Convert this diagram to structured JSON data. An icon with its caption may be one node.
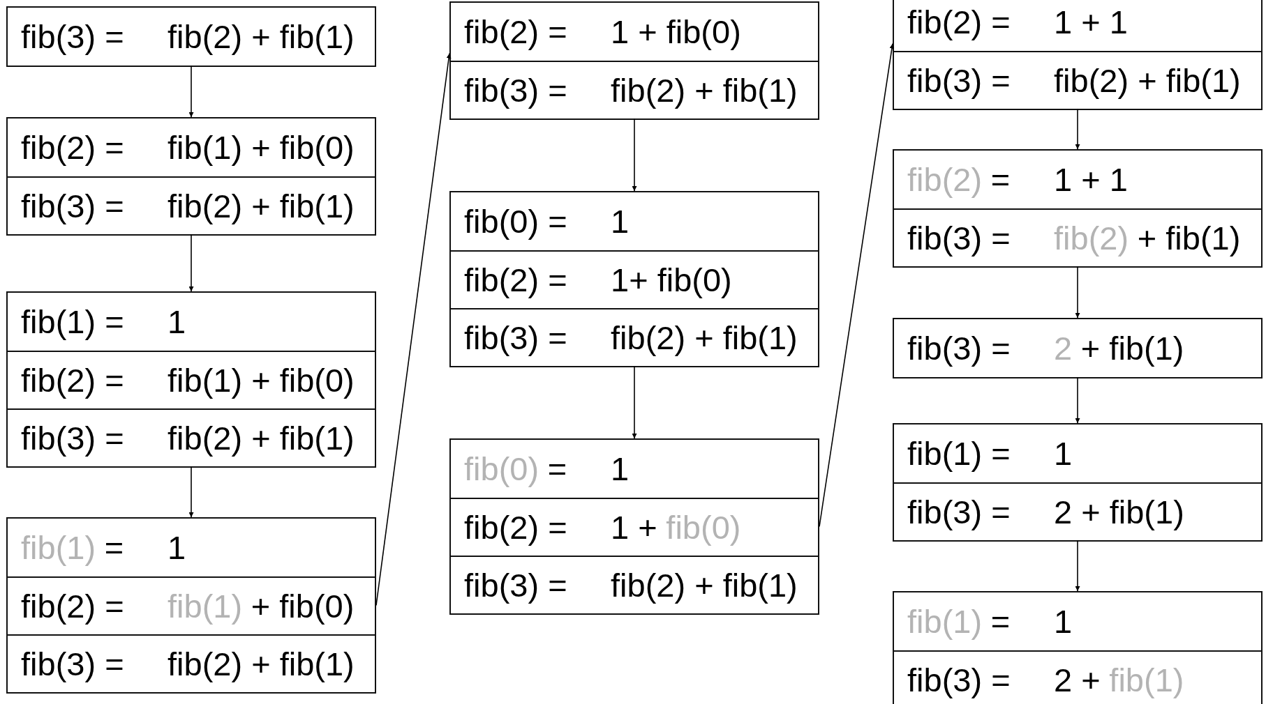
{
  "diagram": {
    "nodes": [
      {
        "text": [],
        "shape": "box"
      },
      {
        "text": [
          "fib(3) =",
          "fib(2) + fib(1)"
        ],
        "in": 0
      },
      {
        "text": [],
        "shape": "box"
      },
      {
        "text": [
          "fib(2) =",
          "fib(1) + fib(0)"
        ],
        "in": 2
      },
      {
        "text": [
          "fib(3) =",
          "fib(2) + fib(1)"
        ],
        "in": 2
      },
      {
        "text": [],
        "shape": "box"
      },
      {
        "text": [
          "fib(1) =",
          "1"
        ],
        "in": 5
      },
      {
        "text": [
          "fib(2) =",
          "fib(1) + fib(0)"
        ],
        "in": 5
      },
      {
        "text": [
          "fib(3) =",
          "fib(2) + fib(1)"
        ],
        "in": 5
      },
      {
        "text": [],
        "shape": "box"
      },
      {
        "text": [
          "fib(1)",
          "=",
          "1"
        ],
        "in": 9
      },
      {
        "text": [
          "fib(2) =",
          "fib(1)",
          "+ fib(0)"
        ],
        "in": 9
      },
      {
        "text": [
          "fib(3) =",
          "fib(2) + fib(1)"
        ],
        "in": 9
      },
      {
        "text": [],
        "shape": "box"
      },
      {
        "text": [
          "fib(2) =",
          "1 + fib(0)"
        ],
        "in": 13
      },
      {
        "text": [
          "fib(3) =",
          "fib(2) + fib(1)"
        ],
        "in": 13
      },
      {
        "text": [],
        "shape": "box"
      },
      {
        "text": [
          "fib(0) =",
          "1"
        ],
        "in": 16
      },
      {
        "text": [
          "fib(2) =",
          "1+ fib(0)"
        ],
        "in": 16
      },
      {
        "text": [
          "fib(3) =",
          "fib(2) + fib(1)"
        ],
        "in": 16
      },
      {
        "text": [],
        "shape": "box"
      },
      {
        "text": [
          "fib(0)",
          "=",
          "1"
        ],
        "in": 20
      },
      {
        "text": [
          "fib(2) =",
          "1 +",
          "fib(0)"
        ],
        "in": 20
      },
      {
        "text": [
          "fib(3) =",
          "fib(2) + fib(1)"
        ],
        "in": 20
      },
      {
        "text": [],
        "shape": "box"
      },
      {
        "text": [
          "fib(2) =",
          "1 + 1"
        ],
        "in": 24
      },
      {
        "text": [
          "fib(3) =",
          "fib(2) + fib(1)"
        ],
        "in": 24
      },
      {
        "text": [],
        "shape": "box"
      },
      {
        "text": [
          "fib(2)",
          "=",
          "1 + 1"
        ],
        "in": 27
      },
      {
        "text": [
          "fib(3) =",
          "fib(2)",
          "+ fib(1)"
        ],
        "in": 27
      },
      {
        "text": [],
        "shape": "box"
      },
      {
        "text": [
          "fib(3) =",
          "2",
          "+ fib(1)"
        ],
        "in": 30
      },
      {
        "text": [],
        "shape": "box"
      },
      {
        "text": [
          "fib(1) =",
          "1"
        ],
        "in": 32
      },
      {
        "text": [
          "fib(3) =",
          "2 + fib(1)"
        ],
        "in": 32
      },
      {
        "text": [],
        "shape": "box"
      },
      {
        "text": [
          "fib(1)",
          "=",
          "1"
        ],
        "in": 35
      },
      {
        "text": [
          "fib(3) =",
          "2 +",
          "fib(1)"
        ],
        "in": 35
      }
    ],
    "edges": [
      {
        "from": 0,
        "to": 2,
        "arrow": "to"
      },
      {
        "from": 2,
        "to": 5,
        "arrow": "to"
      },
      {
        "from": 5,
        "to": 9,
        "arrow": "to"
      },
      {
        "from": 9,
        "to": 13,
        "arrow": "to"
      },
      {
        "from": 13,
        "to": 16,
        "arrow": "to"
      },
      {
        "from": 16,
        "to": 20,
        "arrow": "to"
      },
      {
        "from": 20,
        "to": 24,
        "arrow": "to"
      },
      {
        "from": 24,
        "to": 27,
        "arrow": "to"
      },
      {
        "from": 27,
        "to": 30,
        "arrow": "to"
      },
      {
        "from": 30,
        "to": 32,
        "arrow": "to"
      },
      {
        "from": 32,
        "to": 35,
        "arrow": "to"
      }
    ]
  }
}
